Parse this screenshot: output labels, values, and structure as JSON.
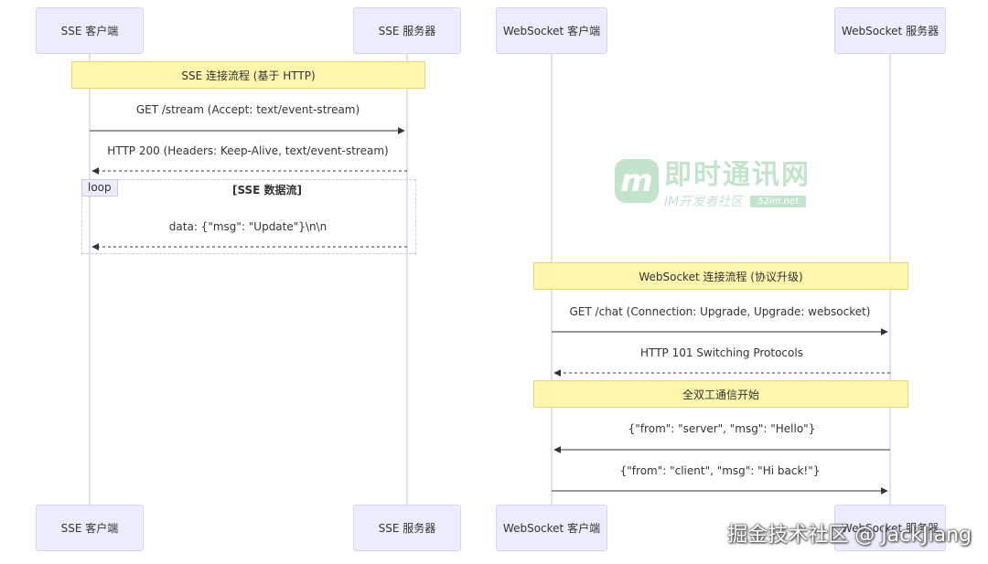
{
  "actors": [
    {
      "id": "sse_client",
      "label": "SSE 客户端"
    },
    {
      "id": "sse_server",
      "label": "SSE 服务器"
    },
    {
      "id": "ws_client",
      "label": "WebSocket 客户端"
    },
    {
      "id": "ws_server",
      "label": "WebSocket 服务器"
    }
  ],
  "notes": [
    {
      "text": "SSE 连接流程 (基于 HTTP)"
    },
    {
      "text": "WebSocket 连接流程 (协议升级)"
    },
    {
      "text": "全双工通信开始"
    }
  ],
  "messages": [
    {
      "text": "GET /stream (Accept: text/event-stream)",
      "from": "sse_client",
      "to": "sse_server",
      "style": "solid"
    },
    {
      "text": "HTTP 200 (Headers: Keep-Alive, text/event-stream)",
      "from": "sse_server",
      "to": "sse_client",
      "style": "dashed"
    },
    {
      "text": "data: {\"msg\": \"Update\"}\\n\\n",
      "from": "sse_server",
      "to": "sse_client",
      "style": "dashed"
    },
    {
      "text": "GET /chat (Connection: Upgrade, Upgrade: websocket)",
      "from": "ws_client",
      "to": "ws_server",
      "style": "solid"
    },
    {
      "text": "HTTP 101 Switching Protocols",
      "from": "ws_server",
      "to": "ws_client",
      "style": "dashed"
    },
    {
      "text": "{\"from\": \"server\", \"msg\": \"Hello\"}",
      "from": "ws_server",
      "to": "ws_client",
      "style": "solid"
    },
    {
      "text": "{\"from\": \"client\", \"msg\": \"Hi back!\"}",
      "from": "ws_client",
      "to": "ws_server",
      "style": "solid"
    }
  ],
  "loop": {
    "tag": "loop",
    "title": "[SSE 数据流]"
  },
  "watermark": {
    "title": "即时通讯网",
    "subtitle": "IM开发者社区",
    "pill": "52im.net",
    "logo_glyph": "m",
    "color": "#2e9e4f"
  },
  "credit": "掘金技术社区 @ JackJiang",
  "colors": {
    "actor_fill": "#ECECFF",
    "note_fill": "#fff5ad",
    "line": "#333333",
    "lifeline": "#d6d6f2"
  }
}
